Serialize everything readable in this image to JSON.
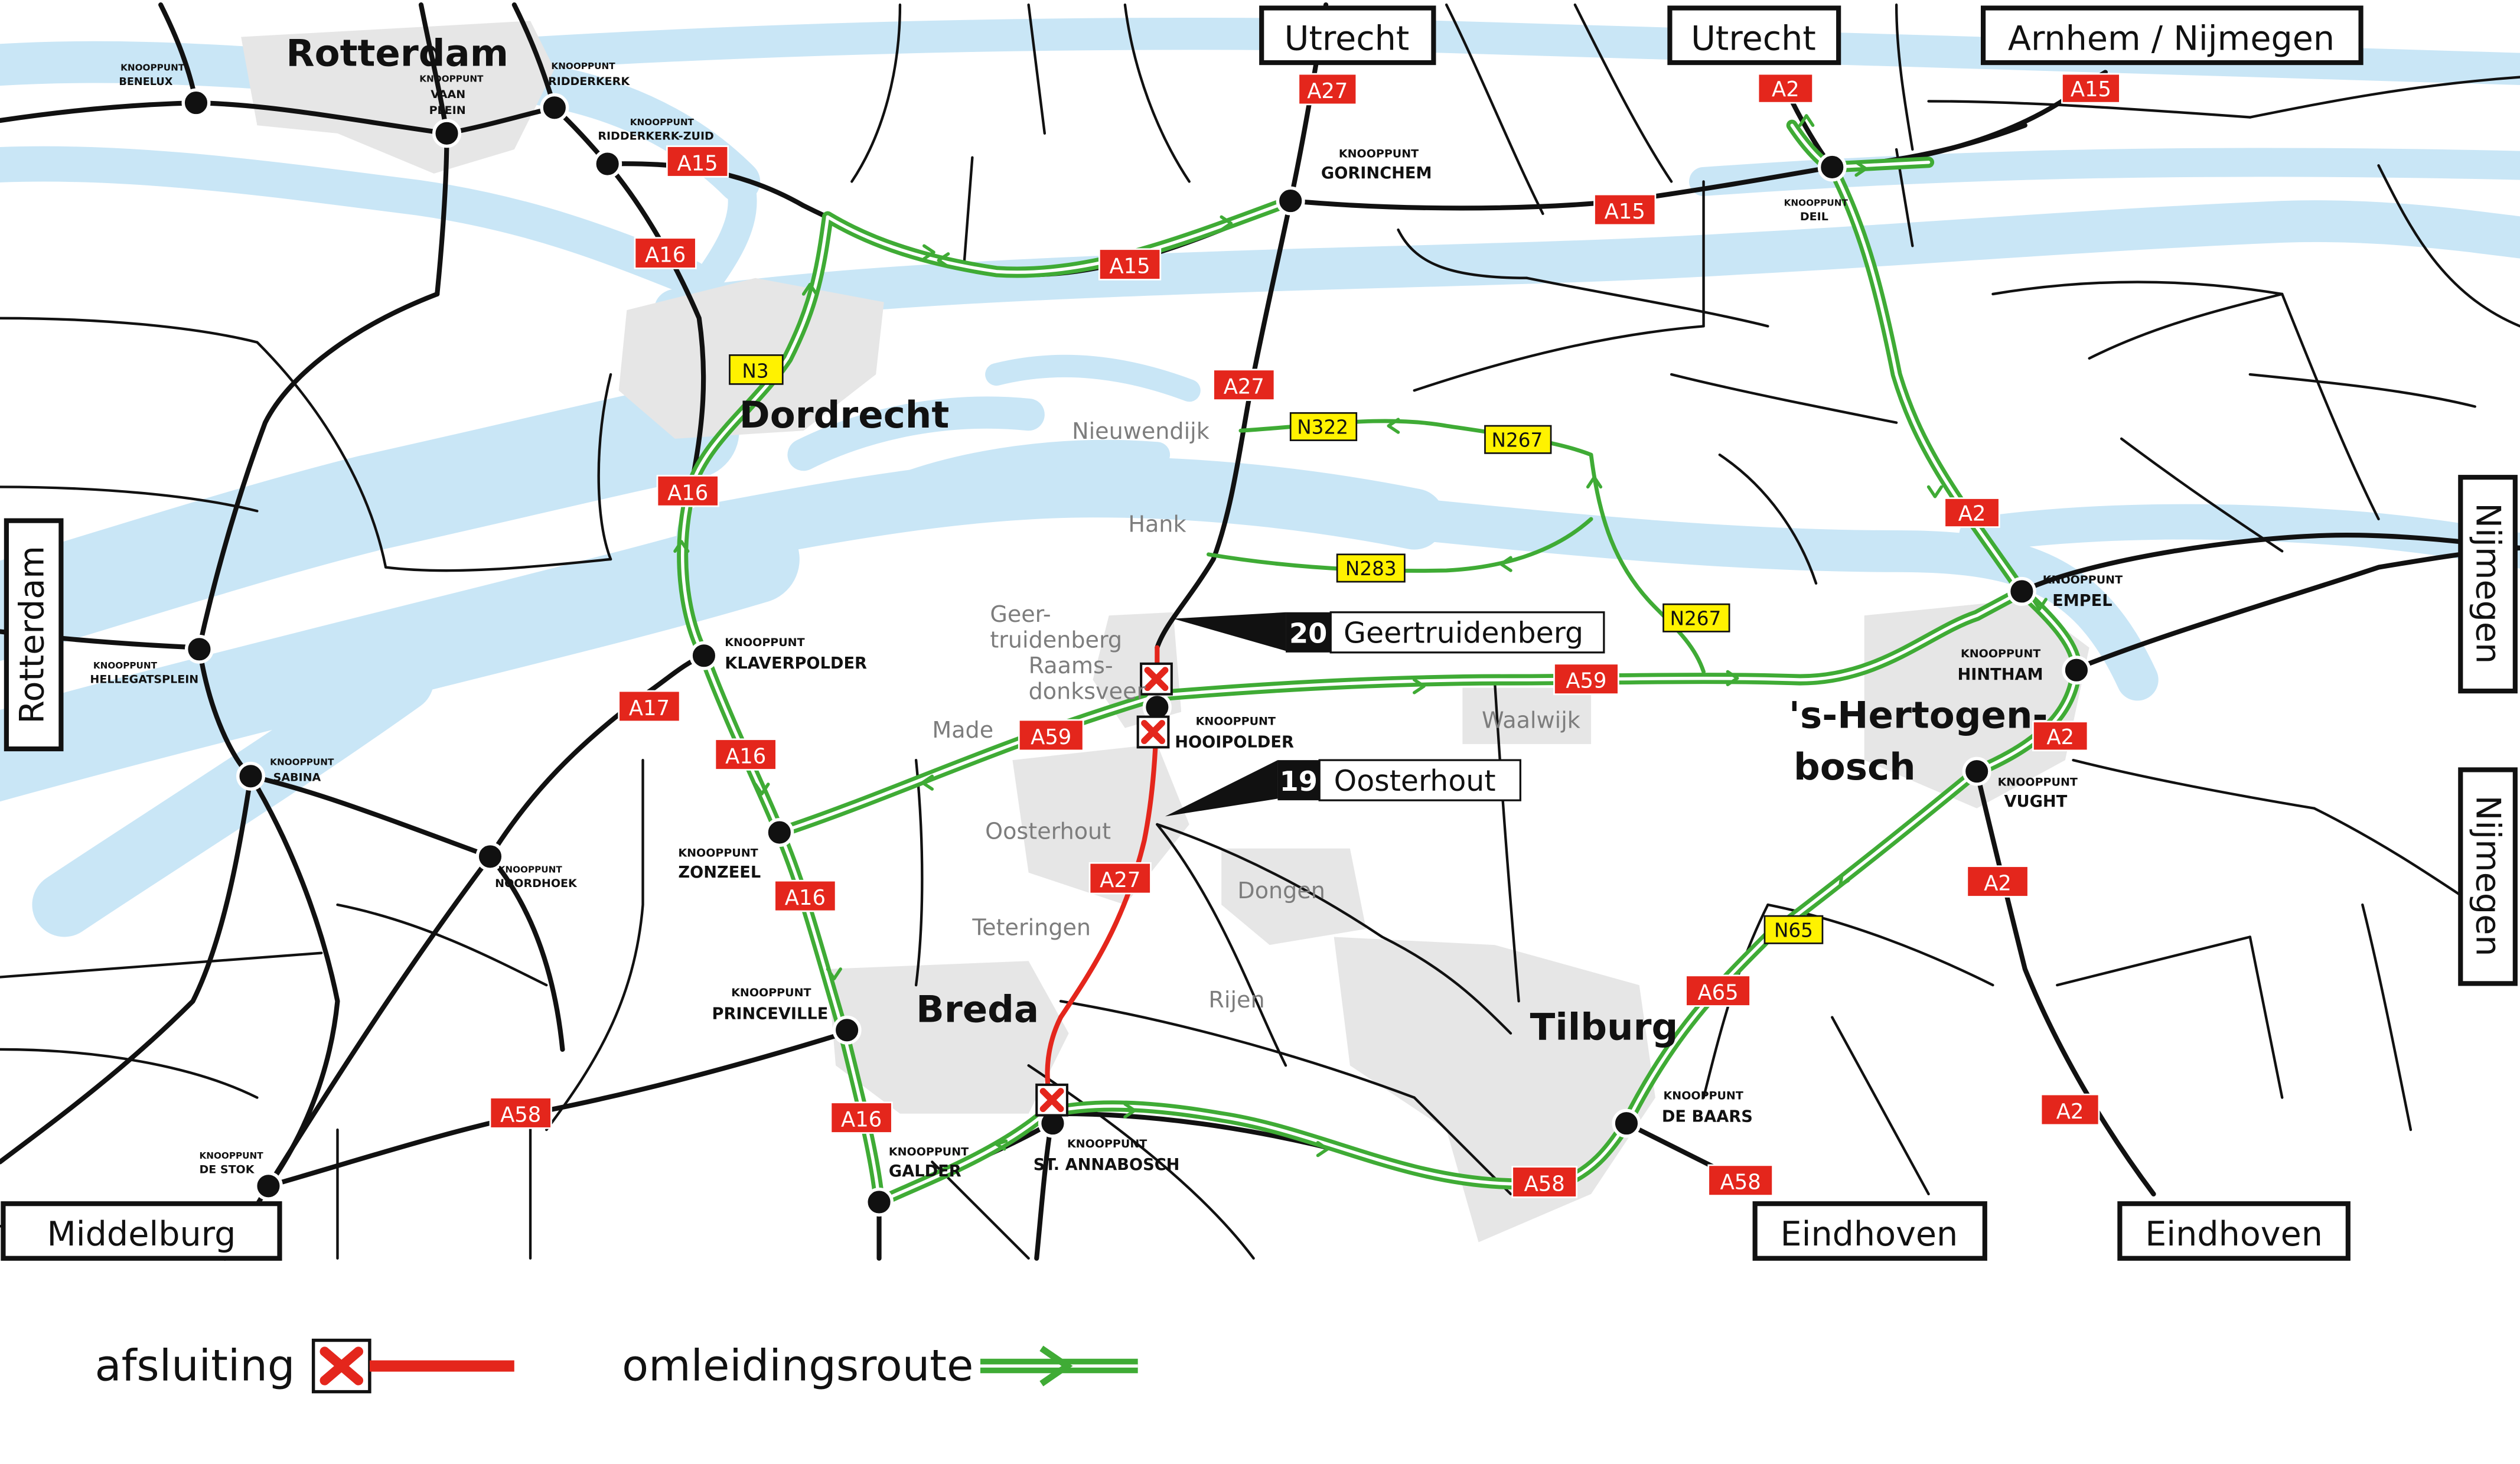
{
  "colors": {
    "water": "#c9e6f6",
    "urban": "#e6e6e6",
    "road": "#111111",
    "closure": "#e4261c",
    "detour": "#3fab35",
    "shield_red": "#e4261c",
    "shield_yellow": "#fff200"
  },
  "cities": {
    "rotterdam": "Rotterdam",
    "dordrecht": "Dordrecht",
    "breda": "Breda",
    "tilburg": "Tilburg",
    "hertogenbosch_1": "'s-Hertogen-",
    "hertogenbosch_2": "bosch"
  },
  "towns": {
    "nieuwendijk": "Nieuwendijk",
    "hank": "Hank",
    "geertruidenberg_1": "Geer-",
    "geertruidenberg_2": "truidenberg",
    "raamsdonksveer_1": "Raams-",
    "raamsdonksveer_2": "donksveer",
    "made": "Made",
    "oosterhout": "Oosterhout",
    "teteringen": "Teteringen",
    "dongen": "Dongen",
    "rijen": "Rijen",
    "waalwijk": "Waalwijk"
  },
  "knooppunt_prefix": "KNOOPPUNT",
  "junctions": {
    "benelux": "BENELUX",
    "vaanplein_1": "VAAN",
    "vaanplein_2": "PLEIN",
    "ridderkerk": "RIDDERKERK",
    "ridderkerk_zuid": "RIDDERKERK-ZUID",
    "gorinchem": "GORINCHEM",
    "deil": "DEIL",
    "hellegatsplein": "HELLEGATSPLEIN",
    "sabina": "SABINA",
    "noordhoek": "NOORDHOEK",
    "de_stok": "DE STOK",
    "klaverpolder": "KLAVERPOLDER",
    "zonzeel": "ZONZEEL",
    "princeville": "PRINCEVILLE",
    "galder": "GALDER",
    "st_annabosch": "ST. ANNABOSCH",
    "hooipolder": "HOOIPOLDER",
    "empel": "EMPEL",
    "hintham": "HINTHAM",
    "vught": "VUGHT",
    "de_baars": "DE BAARS"
  },
  "destinations": {
    "utrecht_a27": "Utrecht",
    "utrecht_a2": "Utrecht",
    "arnhem_nijmegen": "Arnhem / Nijmegen",
    "rotterdam_west": "Rotterdam",
    "nijmegen_upper": "Nijmegen",
    "nijmegen_lower": "Nijmegen",
    "middelburg": "Middelburg",
    "eindhoven_a58": "Eindhoven",
    "eindhoven_a2": "Eindhoven"
  },
  "exits": {
    "exit20_num": "20",
    "exit20_name": "Geertruidenberg",
    "exit19_num": "19",
    "exit19_name": "Oosterhout"
  },
  "road_shields": {
    "a27_top": "A27",
    "a2_top": "A2",
    "a15_top": "A15",
    "a15_ridderkerk": "A15",
    "a16_ridderkerk": "A16",
    "a15_gorinchem_west": "A15",
    "a15_gorinchem_east": "A15",
    "n3": "N3",
    "a27_north": "A27",
    "n322": "N322",
    "n267_north": "N267",
    "n283": "N283",
    "n267_south": "N267",
    "a16_dordrecht": "A16",
    "a17": "A17",
    "a16_zonzeel": "A16",
    "a59_made": "A59",
    "a59_waalwijk": "A59",
    "a2_empel": "A2",
    "a2_vught_north": "A2",
    "a2_vught_south": "A2",
    "a27_oosterhout": "A27",
    "a16_princeville": "A16",
    "n65": "N65",
    "a65": "A65",
    "a58_west": "A58",
    "a16_galder": "A16",
    "a58_tilburg": "A58",
    "a58_eindhoven": "A58",
    "a2_south": "A2"
  },
  "legend": {
    "closure_label": "afsluiting",
    "detour_label": "omleidingsroute"
  }
}
